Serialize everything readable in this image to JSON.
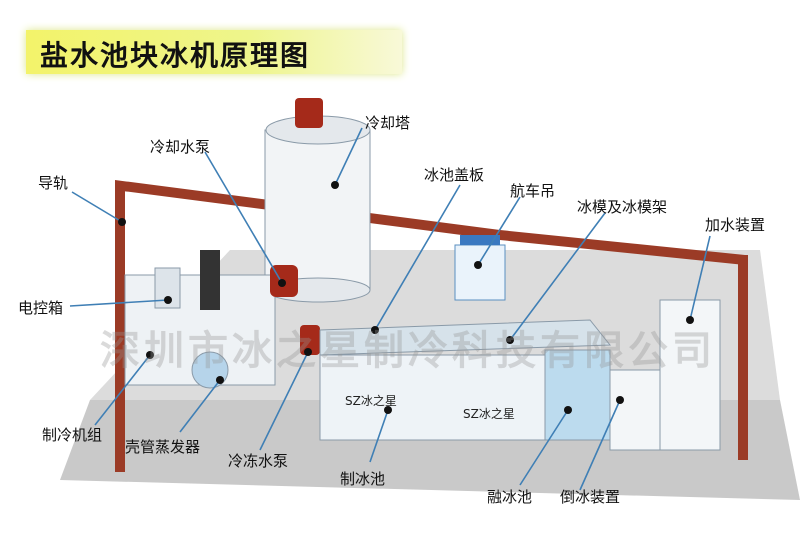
{
  "title": "盐水池块冰机原理图",
  "labels": {
    "cooling_tower": "冷却塔",
    "cooling_pump": "冷却水泵",
    "rail": "导轨",
    "pool_cover": "冰池盖板",
    "crane": "航车吊",
    "ice_mold": "冰模及冰模架",
    "water_feed": "加水装置",
    "control_box": "电控箱",
    "refrigeration_unit": "制冷机组",
    "evaporator": "壳管蒸发器",
    "chilled_pump": "冷冻水泵",
    "ice_pool": "制冰池",
    "melt_pool": "融冰池",
    "dump_device": "倒冰装置"
  },
  "watermark": "深圳市冰之星制冷科技有限公司",
  "logo_text": "SZ冰之星",
  "colors": {
    "rail": "#9b3b26",
    "leader": "#3f7fb5",
    "pool": "#e6f0f6",
    "ground": "#c9c9c9"
  }
}
